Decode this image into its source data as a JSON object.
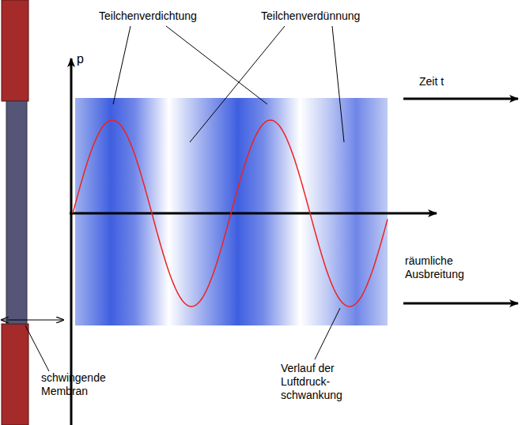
{
  "diagram": {
    "labels": [
      "Teilchenverdichtung",
      "Teilchenverdünnung",
      "p",
      "Zeit t",
      "räumliche Ausbreitung",
      "Verlauf der Luftdruck- schwankung",
      "schwingende Membran"
    ]
  }
}
